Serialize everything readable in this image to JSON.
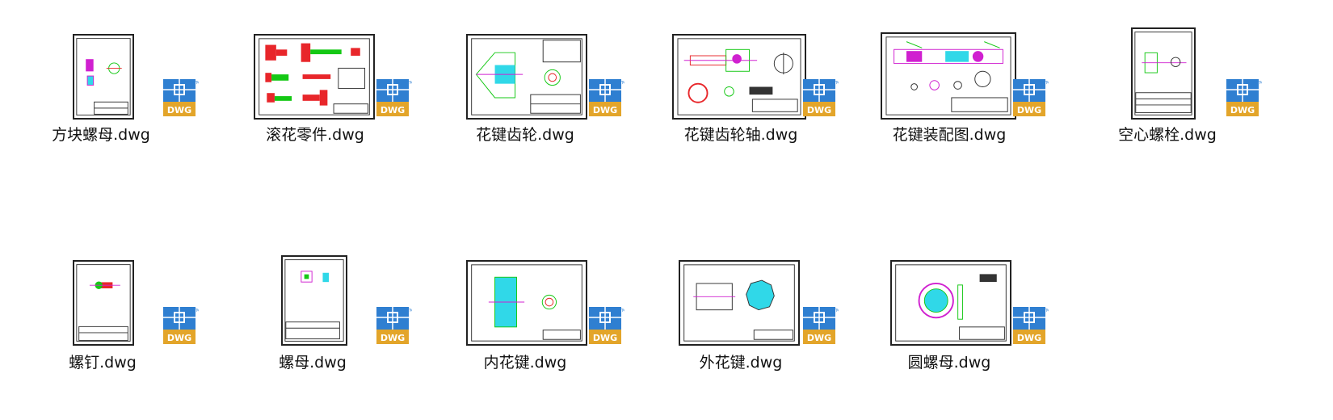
{
  "files": [
    {
      "name": "方块螺母.dwg"
    },
    {
      "name": "滚花零件.dwg"
    },
    {
      "name": "花键齿轮.dwg"
    },
    {
      "name": "花键齿轮轴.dwg"
    },
    {
      "name": "花键装配图.dwg"
    },
    {
      "name": "空心螺栓.dwg"
    },
    {
      "name": "螺钉.dwg"
    },
    {
      "name": "螺母.dwg"
    },
    {
      "name": "内花键.dwg"
    },
    {
      "name": "外花键.dwg"
    },
    {
      "name": "圆螺母.dwg"
    }
  ],
  "badge": {
    "label": "DWG",
    "tm": "TM"
  },
  "colors": {
    "badge_blue": "#2f7fd1",
    "badge_gold": "#e3a52a",
    "cad_red": "#e8262a",
    "cad_green": "#14c814",
    "cad_magenta": "#d020d0",
    "cad_cyan": "#30d8e8"
  }
}
